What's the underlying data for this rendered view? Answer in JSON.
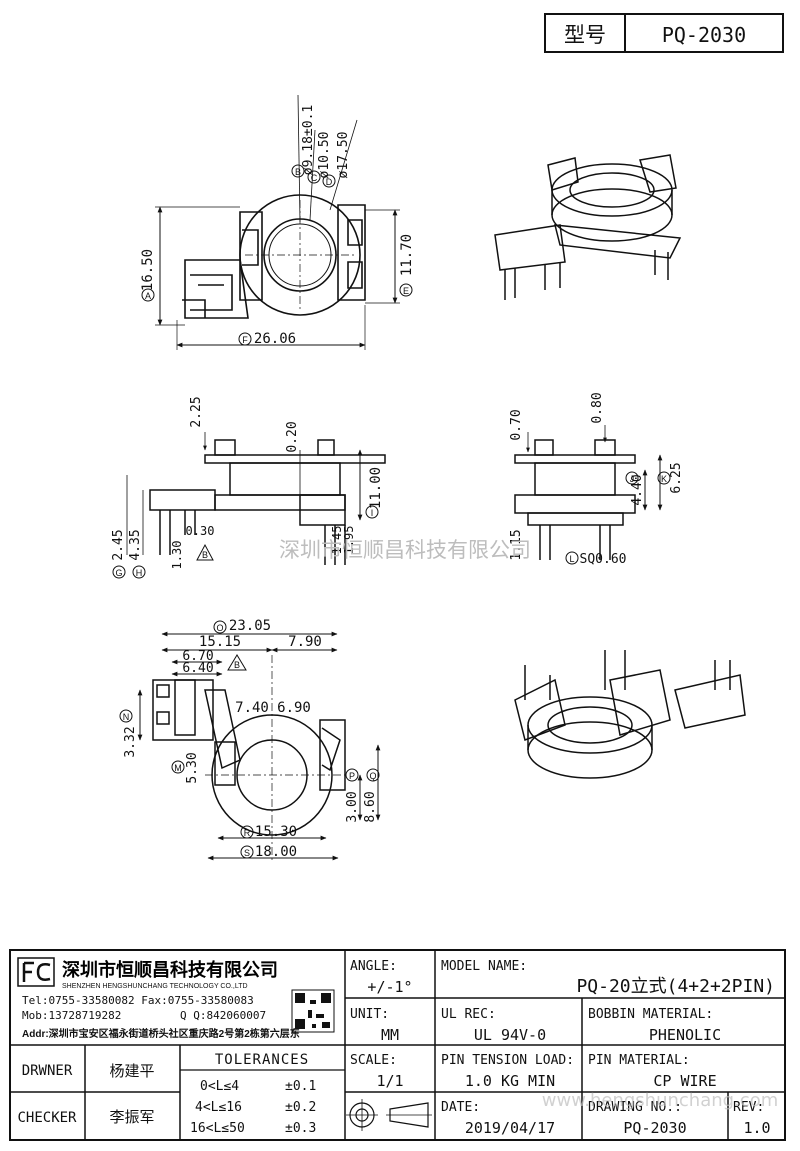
{
  "header": {
    "model_label": "型号",
    "model_value": "PQ-2030"
  },
  "dimensions": {
    "top_view": {
      "b": "ø9.18±0.1",
      "c": "ø10.50",
      "d": "ø17.50",
      "a_height": "16.50",
      "e_height": "11.70",
      "f_width": "26.06",
      "callouts": [
        "B",
        "C",
        "D",
        "A",
        "E",
        "F"
      ]
    },
    "front_view": {
      "top": "2.25",
      "gap": "0.20",
      "total": "11.00",
      "i": "I",
      "a": "0.30",
      "b": "1.30",
      "g": "2.45",
      "h": "4.35",
      "c1": "1.45",
      "c2": "1.95",
      "callouts": [
        "G",
        "H",
        "I"
      ],
      "datum": "B"
    },
    "side_view": {
      "a": "0.70",
      "b": "0.80",
      "j": "4.40",
      "k": "6.25",
      "pin": "1.15",
      "l": "SQ0.60",
      "callouts": [
        "J",
        "K",
        "L"
      ]
    },
    "bottom_view": {
      "o": "23.05",
      "d1": "15.15",
      "d2": "7.90",
      "d3": "6.70",
      "d4": "6.40",
      "datum": "B",
      "d5": "7.40",
      "d6": "6.90",
      "n": "3.32",
      "m": "5.30",
      "p": "3.00",
      "q": "8.60",
      "r": "15.30",
      "s": "18.00",
      "callouts": [
        "N",
        "M",
        "P",
        "Q",
        "R",
        "S",
        "O"
      ]
    }
  },
  "watermark": "深圳市恒顺昌科技有限公司",
  "watermark_url": "www.hengshunchang.com",
  "title_block": {
    "company_cn": "深圳市恒顺昌科技有限公司",
    "company_en": "SHENZHEN HENGSHUNCHANG TECHNOLOGY CO.,LTD",
    "tel": "Tel:0755-33580082 Fax:0755-33580083",
    "mob": "Mob:13728719282",
    "qq": "Q  Q:842060007",
    "addr": "Addr:深圳市宝安区福永街道桥头社区重庆路2号第2栋第六层东",
    "drwner_label": "DRWNER",
    "drwner_name": "杨建平",
    "checker_label": "CHECKER",
    "checker_name": "李振军",
    "tolerances_label": "TOLERANCES",
    "tolerances": [
      {
        "range": "0<L≤4",
        "value": "±0.1"
      },
      {
        "range": "4<L≤16",
        "value": "±0.2"
      },
      {
        "range": "16<L≤50",
        "value": "±0.3"
      }
    ],
    "angle_label": "ANGLE:",
    "angle_value": "+/-1°",
    "unit_label": "UNIT:",
    "unit_value": "MM",
    "scale_label": "SCALE:",
    "scale_value": "1/1",
    "model_name_label": "MODEL NAME:",
    "model_name_value": "PQ-20立式(4+2+2PIN)",
    "ul_label": "UL REC:",
    "ul_value": "UL 94V-0",
    "bobbin_label": "BOBBIN MATERIAL:",
    "bobbin_value": "PHENOLIC",
    "pin_tension_label": "PIN TENSION LOAD:",
    "pin_tension_value": "1.0 KG MIN",
    "pin_material_label": "PIN MATERIAL:",
    "pin_material_value": "CP WIRE",
    "date_label": "DATE:",
    "date_value": "2019/04/17",
    "drawing_no_label": "DRAWING NO.:",
    "drawing_no_value": "PQ-2030",
    "rev_label": "REV:",
    "rev_value": "1.0"
  }
}
